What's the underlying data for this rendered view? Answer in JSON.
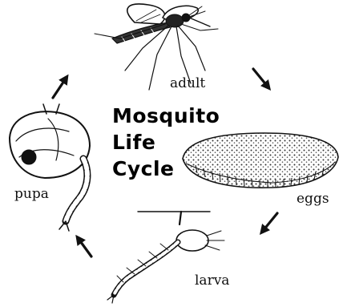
{
  "title_lines": [
    "Mosquito",
    "Life",
    "Cycle"
  ],
  "stages": {
    "adult": "adult",
    "eggs": "eggs",
    "larva": "larva",
    "pupa": "pupa"
  },
  "colors": {
    "ink": "#111111",
    "background": "#ffffff"
  }
}
